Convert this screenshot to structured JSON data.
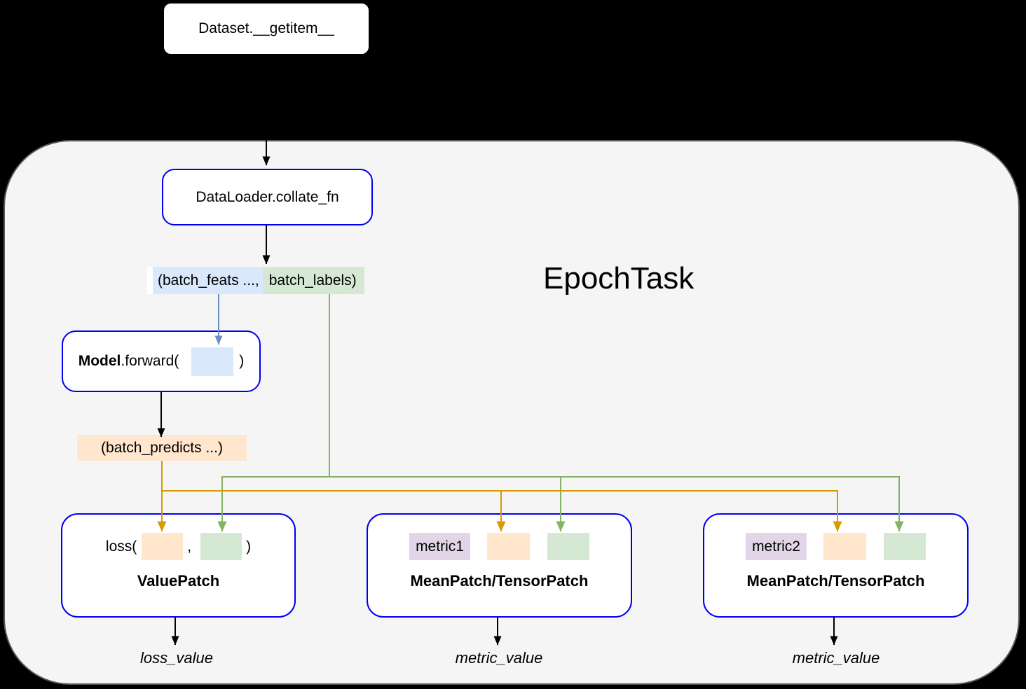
{
  "diagram": {
    "container_title": "EpochTask",
    "dataset": {
      "label": "Dataset.__getitem__"
    },
    "dataloader": {
      "label": "DataLoader.collate_fn"
    },
    "batch_tuple": {
      "feats": "(batch_feats ...,",
      "labels": "batch_labels)"
    },
    "model": {
      "name": "Model",
      "method": ".forward(",
      "close_paren": ")"
    },
    "batch_predicts": {
      "label": "(batch_predicts ...)"
    },
    "loss": {
      "fn": "loss(",
      "separator": ",",
      "close_paren": ")",
      "patch_type": "ValuePatch",
      "output": "loss_value"
    },
    "metric1": {
      "name": "metric1",
      "patch_type": "MeanPatch/TensorPatch",
      "output": "metric_value"
    },
    "metric2": {
      "name": "metric2",
      "patch_type": "MeanPatch/TensorPatch",
      "output": "metric_value"
    },
    "colors": {
      "feats_fill": "#dae8fc",
      "labels_fill": "#d5e8d4",
      "predicts_fill": "#ffe6cc",
      "metric_fill": "#e1d5e7",
      "node_fill": "#ffffff",
      "node_border": "#0000f0",
      "dataset_border": "#000000",
      "container_fill": "#f5f5f5",
      "container_border": "#595959",
      "arrow_black": "#000000",
      "arrow_blue": "#6c8ebf",
      "arrow_green": "#82b366",
      "arrow_orange": "#d79b00",
      "page_background": "#000000"
    }
  }
}
